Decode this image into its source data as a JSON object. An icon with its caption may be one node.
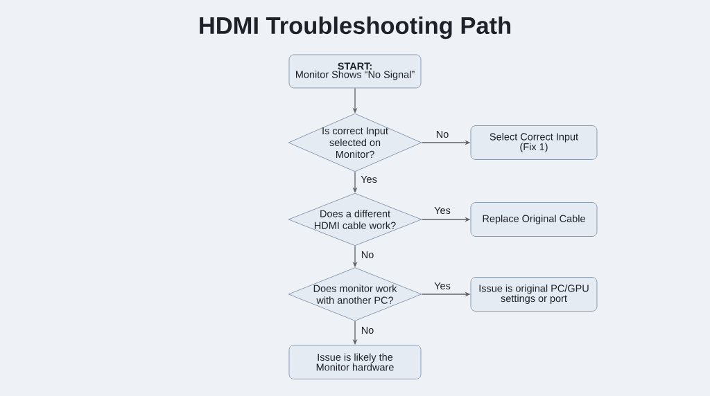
{
  "diagram": {
    "title": "HDMI Troubleshooting Path",
    "nodes": [
      {
        "text": [
          "START:",
          "Monitor Shows “No Signal”"
        ]
      },
      {
        "text": [
          "Is correct Input selected on Monitor?"
        ]
      },
      {
        "text": [
          "Select Correct Input (Fix 1)"
        ]
      },
      {
        "text": [
          "Does a different HDMI cable work?"
        ]
      },
      {
        "text": [
          "Replace Original Cable"
        ]
      },
      {
        "text": [
          "Does monitor work with another PC?"
        ]
      },
      {
        "text": [
          "Issue is original PC/GPU settings or port"
        ]
      },
      {
        "text": [
          "Issue is likely the Monitor hardware"
        ]
      }
    ],
    "edges": [
      {
        "from": 0,
        "to": 1,
        "arrow": "to"
      },
      {
        "from": 1,
        "to": 2,
        "arrow": "to",
        "label": "No"
      },
      {
        "from": 1,
        "to": 3,
        "arrow": "to",
        "label": "Yes"
      },
      {
        "from": 3,
        "to": 4,
        "arrow": "to",
        "label": "Yes"
      },
      {
        "from": 3,
        "to": 5,
        "arrow": "to",
        "label": "No"
      },
      {
        "from": 5,
        "to": 6,
        "arrow": "to",
        "label": "Yes"
      },
      {
        "from": 5,
        "to": 7,
        "arrow": "to",
        "label": "No"
      }
    ]
  }
}
